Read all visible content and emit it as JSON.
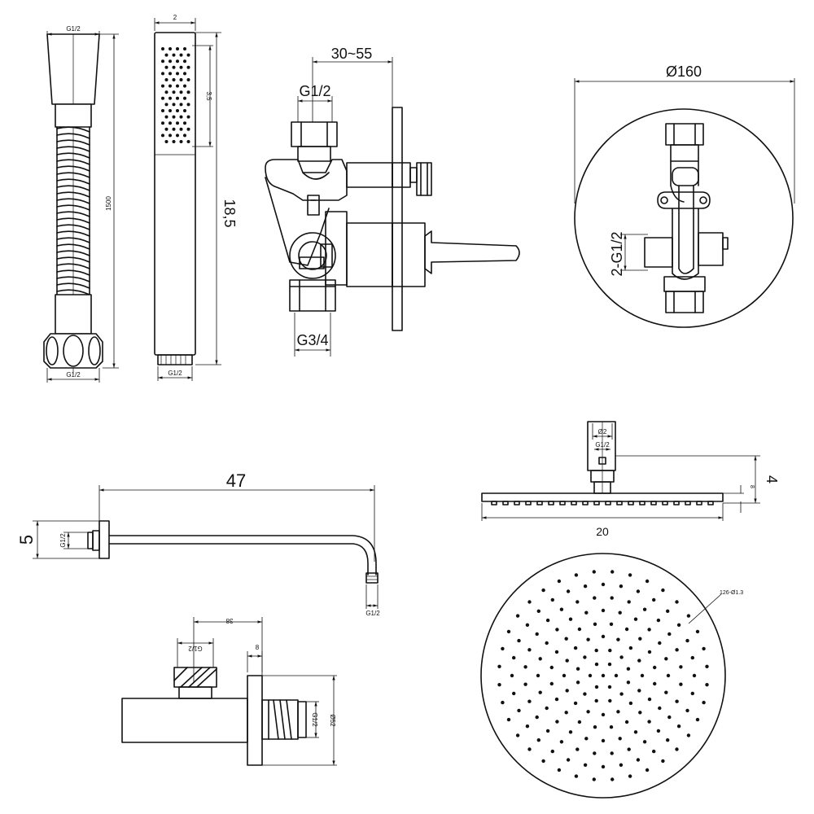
{
  "labels": {
    "hose_top": "G1/2",
    "hose_bottom": "G1/2",
    "hose_length": "1500",
    "hand_top": "2",
    "hand_spray": "3,5",
    "hand_bottom": "G1/2",
    "hand_length": "18,5",
    "valve_depth": "30~55",
    "valve_inlet_top": "G1/2",
    "valve_outlet_bottom": "G3/4",
    "plate_diameter": "Ø160",
    "plate_ports": "2-G1/2",
    "arm_length": "47",
    "arm_height": "5",
    "arm_inlet": "G1/2",
    "arm_outlet": "G1/2",
    "elbow_width": "38",
    "elbow_thread": "G1/2",
    "elbow_plate": "8",
    "elbow_inner": "G1/2",
    "elbow_diameter": "Ø52",
    "head_neck": "Ø2",
    "head_thread": "G1/2",
    "head_height": "4",
    "head_thickness": "8",
    "head_width": "20",
    "head_nozzles": "126-Ø1.3"
  },
  "colors": {
    "line": "#111111",
    "background": "#ffffff"
  }
}
